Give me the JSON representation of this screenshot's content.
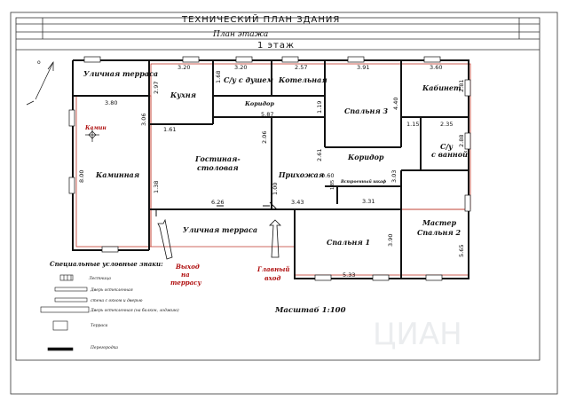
{
  "header": {
    "title": "ТЕХНИЧЕСКИЙ ПЛАН ЗДАНИЯ",
    "subtitle": "План этажа",
    "floor": "1 этаж"
  },
  "rooms": {
    "outdoor_terrace_top": "Уличная терраса",
    "kitchen": "Кухня",
    "bath_shower": "С/у с душем",
    "boiler": "Котельная",
    "corridor_top": "Коридор",
    "bedroom3": "Спальня 3",
    "cabinet": "Кабинет",
    "bath_tub_1": "С/у",
    "bath_tub_2": "с ванной",
    "corridor_right": "Коридор",
    "living_1": "Гостиная-",
    "living_2": "столовая",
    "fireplace_room": "Каминная",
    "hall": "Прихожая",
    "wardrobe": "Встроенный шкаф",
    "bedroom1": "Спальня 1",
    "master_1": "Мастер",
    "master_2": "Спальня 2",
    "outdoor_terrace_bottom": "Уличная терраса"
  },
  "notes": {
    "fireplace": "Камин",
    "exit_1": "Выход",
    "exit_2": "на",
    "exit_3": "террасу",
    "main_1": "Главный",
    "main_2": "вход"
  },
  "dimensions": {
    "d320a": "3.20",
    "d320b": "3.20",
    "d257": "2.57",
    "d391": "3.91",
    "d360": "3.60",
    "d380": "3.80",
    "d297": "2.97",
    "d168": "1.68",
    "d587": "5.87",
    "d119": "1.19",
    "d440": "4.40",
    "d281": "2.81",
    "d306": "3.06",
    "d161": "1.61",
    "d206": "2.06",
    "d261": "2.61",
    "d115": "1.15",
    "d235": "2.35",
    "d288": "2.88",
    "d800": "8.00",
    "d303": "3.03",
    "d060": "0.60",
    "d138": "1.38",
    "d100": "1.00",
    "d185": "1.85",
    "d331": "3.31",
    "d626": "6.26",
    "d343": "3.43",
    "d390": "3.90",
    "d565": "5.65",
    "d533": "5.33"
  },
  "legend": {
    "title": "Специальные условные знаки:",
    "items": [
      "Лестница",
      "Дверь остекленная",
      "стена с окном и дверью",
      "Дверь остекленная (на балкон, лоджию)",
      "Терраса",
      "Перегородка"
    ]
  },
  "scale": "Масштаб 1:100",
  "watermark": "ЦИАН",
  "colors": {
    "wall": "#111111",
    "accent": "#c0392b",
    "frame": "#333333"
  }
}
